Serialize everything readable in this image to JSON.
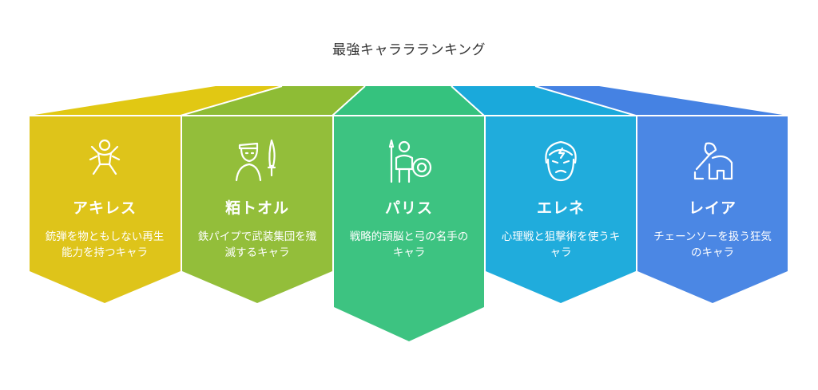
{
  "title": "最強キャララランキング",
  "items": [
    {
      "name": "アキレス",
      "description": "銃弾を物ともしない再生能力を持つキャラ",
      "color": "#DEC41A",
      "top_color": "#E1C813",
      "icon": "figure-icon"
    },
    {
      "name": "粨トオル",
      "description": "鉄パイプで武装集団を殲滅するキャラ",
      "color": "#93BE3A",
      "top_color": "#8EBC35",
      "icon": "fighter-with-sword-icon"
    },
    {
      "name": "パリス",
      "description": "戦略的頭脳と弓の名手のキャラ",
      "color": "#3DC381",
      "top_color": "#35C27E",
      "icon": "warrior-with-spear-shield-icon"
    },
    {
      "name": "エレネ",
      "description": "心理戦と狙撃術を使うキャラ",
      "color": "#20ACDC",
      "top_color": "#1AA9DB",
      "icon": "angry-face-icon"
    },
    {
      "name": "レイア",
      "description": "チェーンソーを扱う狂気のキャラ",
      "color": "#4B87E4",
      "top_color": "#4582E3",
      "icon": "axe-helmet-icon"
    }
  ]
}
